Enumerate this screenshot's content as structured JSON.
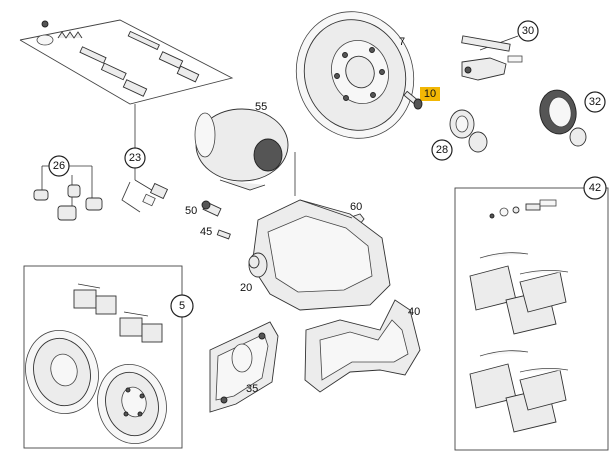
{
  "diagram": {
    "callouts": [
      {
        "id": "callout-23",
        "label": "23"
      },
      {
        "id": "callout-26",
        "label": "26"
      },
      {
        "id": "callout-28",
        "label": "28"
      },
      {
        "id": "callout-30",
        "label": "30"
      },
      {
        "id": "callout-32",
        "label": "32"
      },
      {
        "id": "callout-42",
        "label": "42"
      },
      {
        "id": "callout-5",
        "label": "5"
      }
    ],
    "labels": [
      {
        "id": "label-7",
        "label": "7"
      },
      {
        "id": "label-55",
        "label": "55"
      },
      {
        "id": "label-50",
        "label": "50"
      },
      {
        "id": "label-45",
        "label": "45"
      },
      {
        "id": "label-60",
        "label": "60"
      },
      {
        "id": "label-20",
        "label": "20"
      },
      {
        "id": "label-40",
        "label": "40"
      },
      {
        "id": "label-35",
        "label": "35"
      }
    ],
    "highlighted": {
      "id": "label-10",
      "label": "10",
      "color": "#f2b705"
    }
  }
}
